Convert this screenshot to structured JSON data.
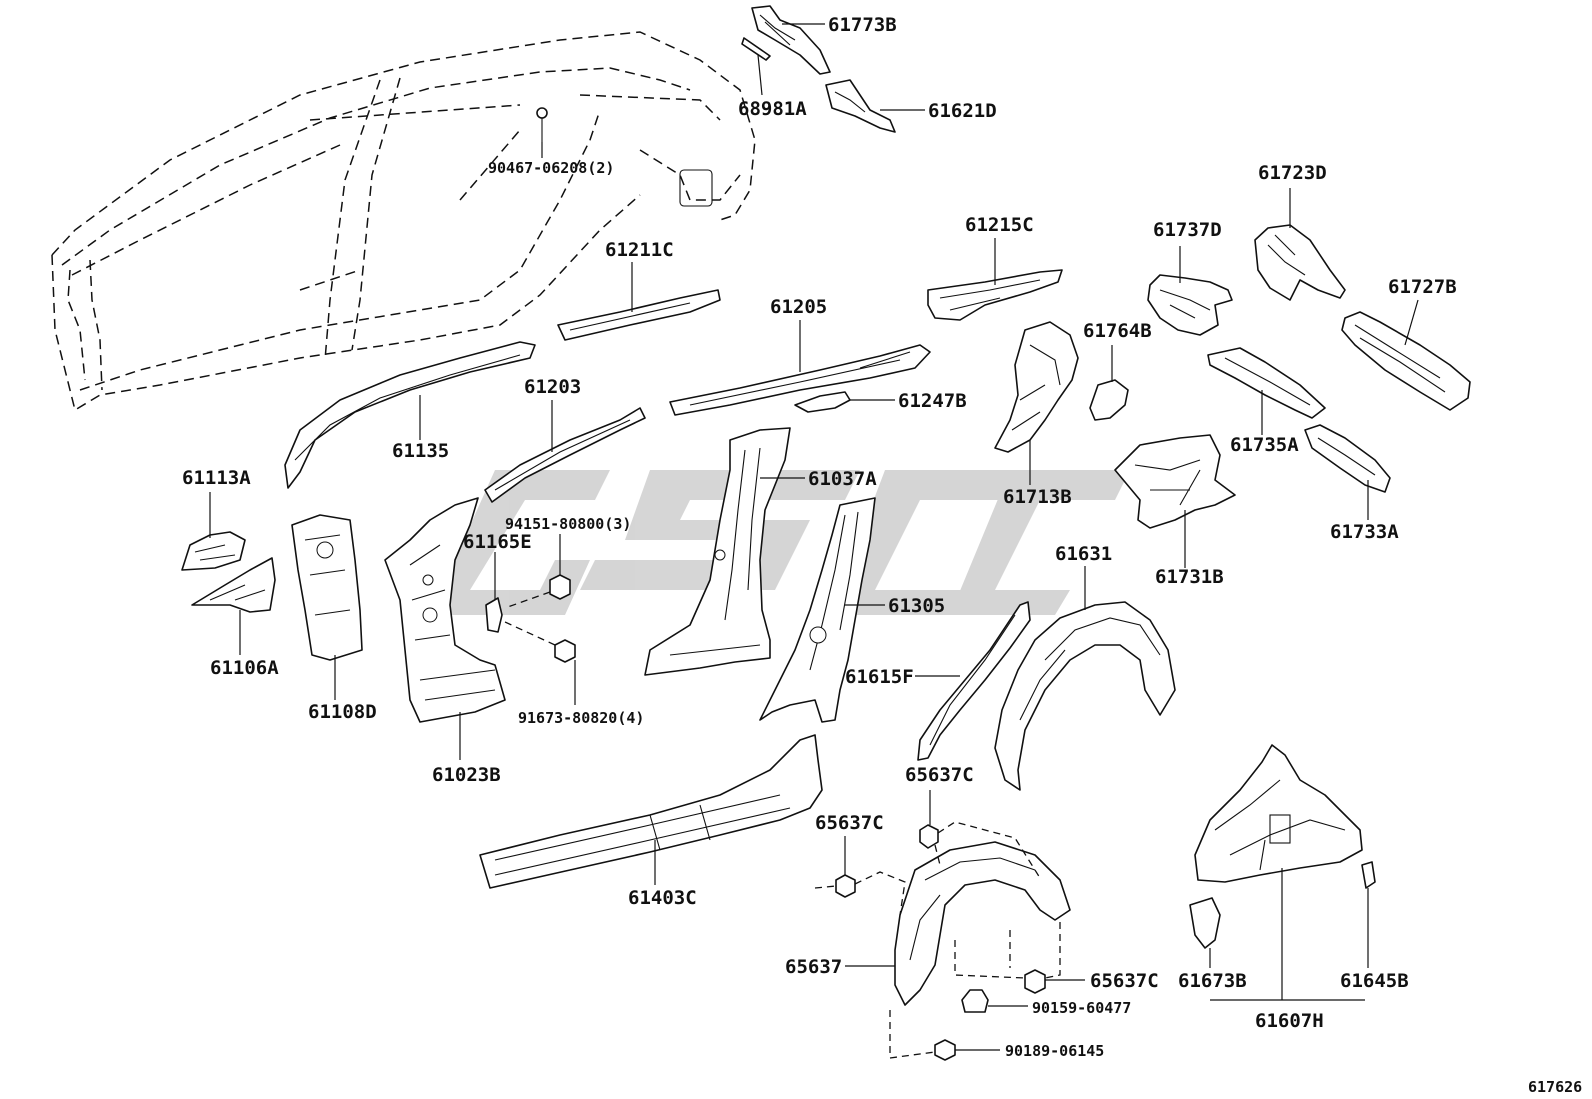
{
  "parts": {
    "p61773B": "61773B",
    "p68981A": "68981A",
    "p61621D": "61621D",
    "p90467": "90467-06208(2)",
    "p61723D": "61723D",
    "p61737D": "61737D",
    "p61215C": "61215C",
    "p61211C": "61211C",
    "p61727B": "61727B",
    "p61205": "61205",
    "p61764B": "61764B",
    "p61203": "61203",
    "p61247B": "61247B",
    "p61135": "61135",
    "p61735A": "61735A",
    "p61113A": "61113A",
    "p61037A": "61037A",
    "p61713B": "61713B",
    "p61733A": "61733A",
    "p94151": "94151-80800(3)",
    "p61165E": "61165E",
    "p61731B": "61731B",
    "p61631": "61631",
    "p61305": "61305",
    "p61106A": "61106A",
    "p61615F": "61615F",
    "p61108D": "61108D",
    "p91673": "91673-80820(4)",
    "p65637C_a": "65637C",
    "p61023B": "61023B",
    "p65637C_b": "65637C",
    "p61403C": "61403C",
    "p65637": "65637",
    "p65637C_c": "65637C",
    "p61673B": "61673B",
    "p61645B": "61645B",
    "p90159": "90159-60477",
    "p61607H": "61607H",
    "p90189": "90189-06145"
  },
  "figure_id": "617626",
  "watermark_text": "GSC",
  "colors": {
    "line": "#111111",
    "watermark": "#c8c8c8",
    "background": "#ffffff"
  }
}
